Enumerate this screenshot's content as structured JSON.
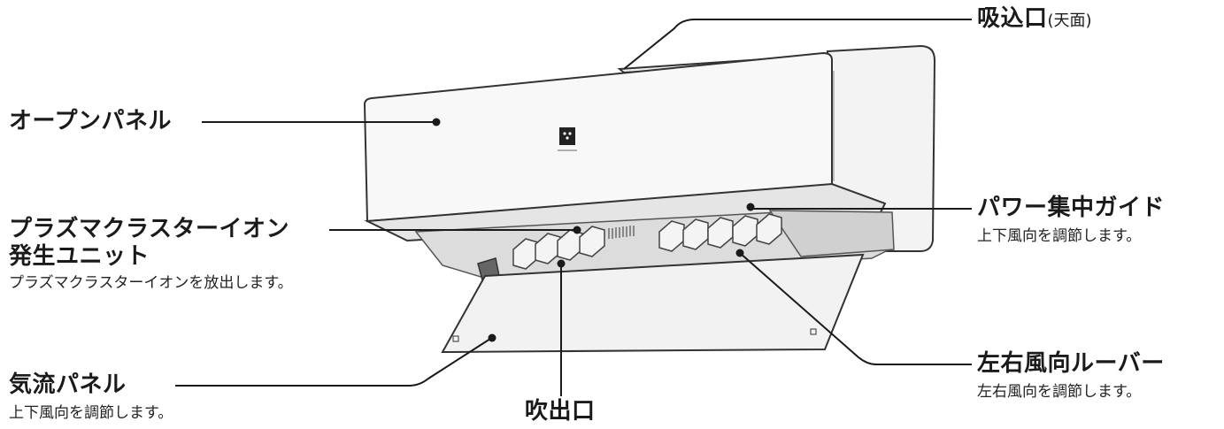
{
  "labels": {
    "intake": {
      "title": "吸込口",
      "note": "(天面)"
    },
    "open_panel": {
      "title": "オープンパネル"
    },
    "power_guide": {
      "title": "パワー集中ガイド",
      "desc": "上下風向を調節します。"
    },
    "plasma": {
      "title_line1": "プラズマクラスターイオン",
      "title_line2": "発生ユニット",
      "desc": "プラズマクラスターイオンを放出します。"
    },
    "airflow_panel": {
      "title": "気流パネル",
      "desc": "上下風向を調節します。"
    },
    "outlet": {
      "title": "吹出口"
    },
    "louver": {
      "title": "左右風向ルーバー",
      "desc": "左右風向を調節します。"
    }
  },
  "colors": {
    "line": "#1a1a1a",
    "outline": "#333333",
    "body_fill": "#f6f6f6",
    "shade": "#d9d9d9",
    "panel_fill": "#f0f0f0"
  },
  "icons": {
    "logo": "brand-logo-icon"
  }
}
